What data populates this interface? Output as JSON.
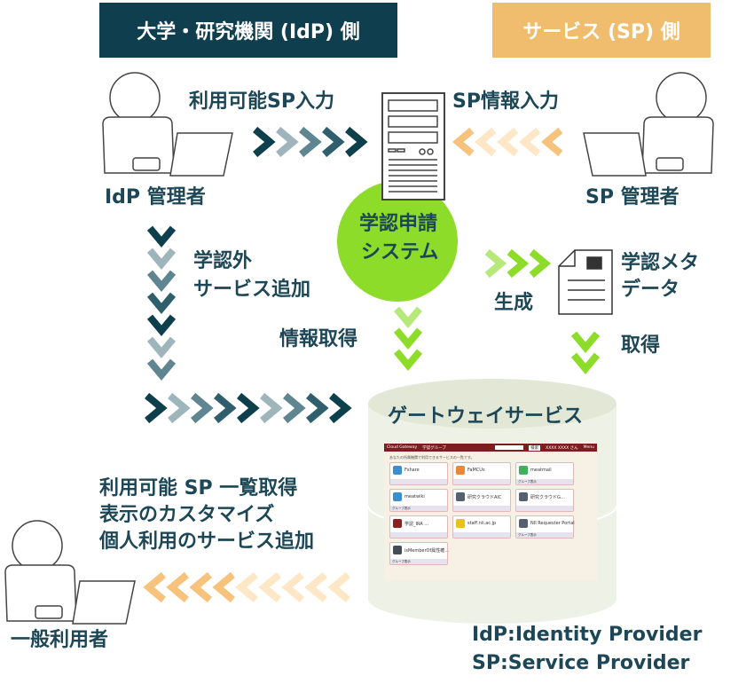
{
  "headers": {
    "idp": "大学・研究機関 (IdP) 側",
    "sp": "サービス (SP) 側"
  },
  "labels": {
    "available_sp_input": "利用可能SP入力",
    "sp_info_input": "SP情報入力",
    "idp_admin": "IdP 管理者",
    "sp_admin": "SP 管理者",
    "system": [
      "学認申請",
      "システム"
    ],
    "add_external": [
      "学認外",
      "サービス追加"
    ],
    "generate": "生成",
    "metadata": [
      "学認メタ",
      "データ"
    ],
    "info_fetch": "情報取得",
    "fetch": "取得",
    "gateway": "ゲートウェイサービス",
    "user_actions": [
      "利用可能 SP 一覧取得",
      "表示のカスタマイズ",
      "個人利用のサービス追加"
    ],
    "general_user": "一般利用者",
    "legend": [
      "IdP:Identity Provider",
      "SP:Service Provider"
    ]
  },
  "screenshot": {
    "brand": "Cloud Gateway",
    "group": "学認グループ",
    "search_button": "検索",
    "user": "XXXX XXXX さん",
    "menu": "Menu",
    "intro": "あなたの所属機関で利用できるサービスの一覧です。",
    "group_display": "グループ表示",
    "tiles": [
      {
        "name": "Fshare",
        "color": "#3a8fd0",
        "group": false
      },
      {
        "name": "FaMCUs",
        "color": "#e8883a",
        "group": false
      },
      {
        "name": "meatmail",
        "color": "#3cb05a",
        "group": true
      },
      {
        "name": "meatwiki",
        "color": "#3a8fd0",
        "group": true
      },
      {
        "name": "研究クラウドAIC",
        "color": "#556070",
        "group": false
      },
      {
        "name": "研究クラウドG…",
        "color": "#556070",
        "group": false
      },
      {
        "name": "学認_IRA …",
        "color": "#8a2020",
        "group": false
      },
      {
        "name": "staff.nii.ac.jp",
        "color": "#e8c020",
        "group": false
      },
      {
        "name": "NII Requester Portal",
        "color": "#556070",
        "group": true
      },
      {
        "name": "isMemberOf属性確…",
        "color": "#444c55",
        "group": true
      }
    ]
  },
  "colors": {
    "dark": "#0e3f4c",
    "mid_dark": "#2f5f6c",
    "mid": "#5e8590",
    "light": "#9fb5bc",
    "idp_header": "#0f3f4f",
    "sp_header": "#f0bd6e",
    "green": "#8ddc2a",
    "green_light": "#b6e87a",
    "orange": "#f7c27b",
    "orange_light": "#fde7c6",
    "text": "#1d4756",
    "cylinder": "#eef1e5"
  }
}
